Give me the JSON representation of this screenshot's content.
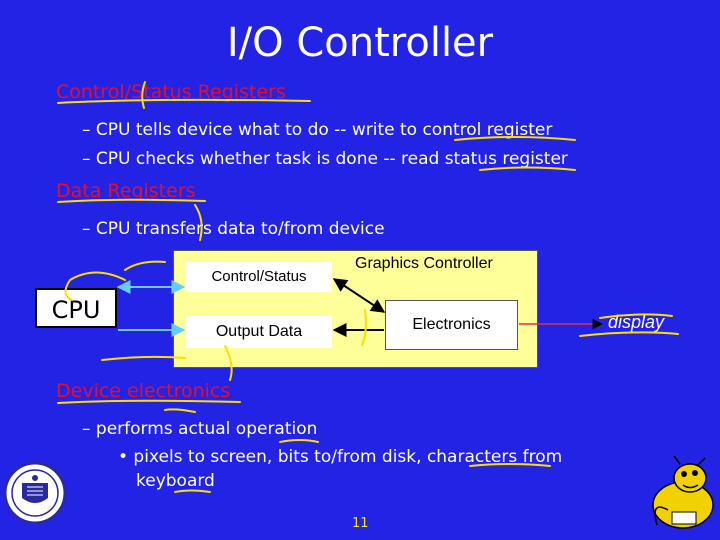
{
  "title": "I/O Controller",
  "sections": [
    {
      "heading": "Control/Status Registers",
      "bullets": [
        "– CPU tells device what to do -- write to control register",
        "– CPU checks whether task is done -- read status register"
      ]
    },
    {
      "heading": "Data Registers",
      "bullets": [
        "– CPU transfers data to/from device"
      ]
    },
    {
      "heading": "Device electronics",
      "bullets": [
        "– performs actual operation"
      ],
      "sub_bullets": [
        "• pixels to screen, bits to/from disk, characters from",
        "keyboard"
      ]
    }
  ],
  "diagram": {
    "cpu_label": "CPU",
    "control_status_label": "Control/Status",
    "output_data_label": "Output Data",
    "electronics_label": "Electronics",
    "graphics_controller_label": "Graphics Controller",
    "display_label": "display"
  },
  "page_number": "11",
  "colors": {
    "background": "#2323e6",
    "heading": "#e01030",
    "panel": "#ffff99",
    "annotation": "#ffdd00"
  },
  "images": [
    "university-seal",
    "cartoon-mascot"
  ]
}
